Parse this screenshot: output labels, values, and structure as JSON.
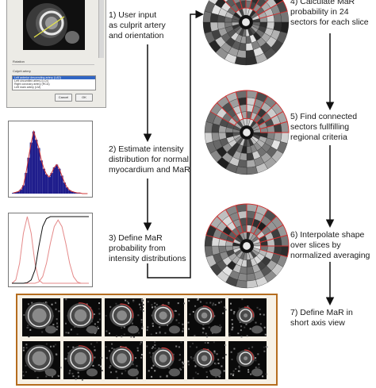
{
  "steps": {
    "step1": "1) User input\nas culprit artery\nand orientation",
    "step2": "2) Estimate intensity\ndistribution for normal\nmyocardium and MaR",
    "step3": "3) Define MaR\nprobability from\nintensity distributions",
    "step4": "4) Calculate MaR\nprobability in 24\nsectors for each slice",
    "step5": "5) Find connected\nsectors fullfilling\nregional criteria",
    "step6": "6) Interpolate shape\nover slices by\nnormalized averaging",
    "step7": "7) Define MaR in\nshort axis view"
  },
  "dialog": {
    "labels": [
      "Rotation",
      "Culprit artery"
    ],
    "list_items": [
      "Left anterior descending artery (LAD)",
      "Left circumflex artery (LCx)",
      "Right coronary artery (RCA)",
      "Left main artery (LM)"
    ],
    "selected_index": 0,
    "buttons": [
      "Cancel",
      "OK"
    ]
  },
  "colors": {
    "histogram_fill": "#1f1d8c",
    "histogram_outline": "#d23a3a",
    "curve_red": "#e58a8a",
    "curve_black": "#111111",
    "arrow": "#111111",
    "panel_border": "#b56d1f",
    "sector_outline": "#d03030"
  },
  "charts": {
    "histogram": {
      "bars": [
        1,
        2,
        3,
        6,
        12,
        30,
        52,
        74,
        90,
        78,
        66,
        48,
        36,
        28,
        24,
        30,
        38,
        42,
        36,
        26,
        16,
        9,
        5,
        3,
        2,
        1,
        1,
        0,
        0,
        0
      ],
      "ymax": 100
    },
    "probability": {
      "x": [
        0,
        0.05,
        0.1,
        0.15,
        0.2,
        0.25,
        0.3,
        0.35,
        0.4,
        0.45,
        0.5,
        0.55,
        0.6,
        0.65,
        0.7,
        0.75,
        0.8,
        0.85,
        0.9,
        0.95,
        1
      ],
      "normal": [
        0.0,
        0.05,
        0.3,
        0.75,
        1.0,
        0.75,
        0.3,
        0.05,
        0.0,
        0.0,
        0.0,
        0.0,
        0.0,
        0.0,
        0.0,
        0.0,
        0.0,
        0.0,
        0.0,
        0.0,
        0.0
      ],
      "mar": [
        0.0,
        0.0,
        0.0,
        0.0,
        0.0,
        0.0,
        0.0,
        0.02,
        0.1,
        0.3,
        0.6,
        0.85,
        0.95,
        0.85,
        0.6,
        0.3,
        0.1,
        0.02,
        0.0,
        0.0,
        0.0
      ],
      "probability": [
        0.0,
        0.0,
        0.0,
        0.0,
        0.01,
        0.05,
        0.2,
        0.55,
        0.85,
        0.97,
        1.0,
        1.0,
        1.0,
        1.0,
        1.0,
        1.0,
        1.0,
        1.0,
        1.0,
        1.0,
        1.0
      ]
    },
    "sector_disks": [
      {
        "name": "sectors-24",
        "highlight": [
          0,
          1,
          2,
          3,
          4,
          21,
          22,
          23
        ]
      },
      {
        "name": "connected-sectors",
        "highlight": [
          0,
          1,
          2,
          3,
          4,
          5,
          20,
          21,
          22,
          23
        ]
      },
      {
        "name": "interpolated-shape",
        "highlight": [
          0,
          1,
          2,
          3,
          4,
          5,
          6,
          19,
          20,
          21,
          22,
          23
        ]
      }
    ]
  }
}
